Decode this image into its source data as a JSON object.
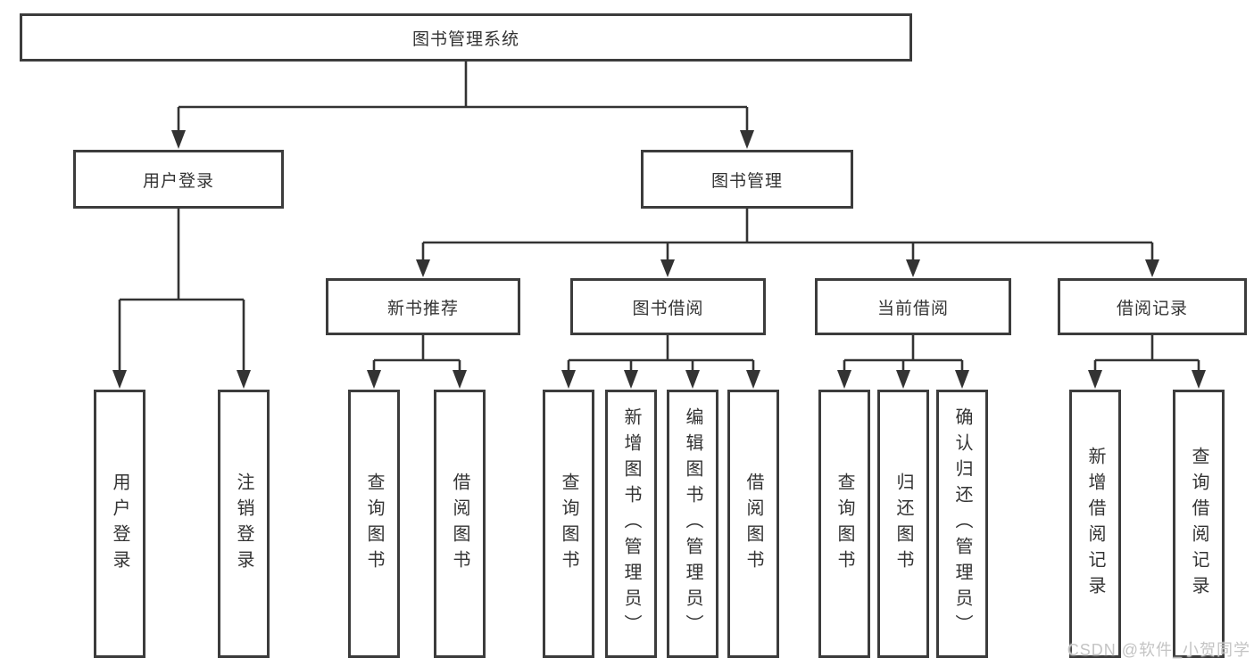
{
  "diagram": {
    "root": {
      "label": "图书管理系统"
    },
    "branches": [
      {
        "label": "用户登录",
        "leaves": [
          {
            "label": "用户登录"
          },
          {
            "label": "注销登录"
          }
        ]
      },
      {
        "label": "图书管理",
        "subbranches": [
          {
            "label": "新书推荐",
            "leaves": [
              {
                "label": "查询图书"
              },
              {
                "label": "借阅图书"
              }
            ]
          },
          {
            "label": "图书借阅",
            "leaves": [
              {
                "label": "查询图书"
              },
              {
                "label": "新增图书（管理员）"
              },
              {
                "label": "编辑图书（管理员）"
              },
              {
                "label": "借阅图书"
              }
            ]
          },
          {
            "label": "当前借阅",
            "leaves": [
              {
                "label": "查询图书"
              },
              {
                "label": "归还图书"
              },
              {
                "label": "确认归还（管理员）"
              }
            ]
          },
          {
            "label": "借阅记录",
            "leaves": [
              {
                "label": "新增借阅记录"
              },
              {
                "label": "查询借阅记录"
              }
            ]
          }
        ]
      }
    ]
  },
  "watermark": "CSDN @软件_小贺同学",
  "colors": {
    "line": "#333333",
    "box_border": "#3c3c3c",
    "text": "#333333",
    "watermark": "#c4c4c4",
    "background": "#ffffff"
  }
}
